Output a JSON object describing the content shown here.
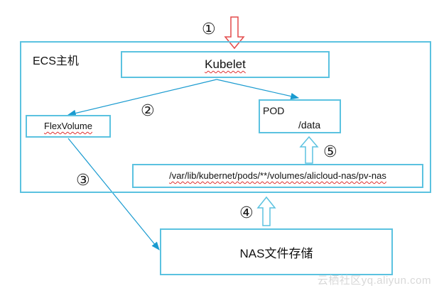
{
  "host_label": "ECS主机",
  "kubelet_label": "Kubelet",
  "flexvolume_label": "FlexVolume",
  "pod_label": "POD",
  "pod_path_label": "/data",
  "host_path_label": "/var/lib/kubernet/pods/**/volumes/alicloud-nas/pv-nas",
  "nas_label": "NAS文件存储",
  "steps": [
    "①",
    "②",
    "③",
    "④",
    "⑤"
  ],
  "watermark": "云栖社区yq.aliyun.com",
  "colors": {
    "box_border": "#5bc2e0",
    "connector": "#1a9bd0",
    "entry_arrow": "#e34a4a",
    "spellcheck_underline": "#e03030"
  }
}
